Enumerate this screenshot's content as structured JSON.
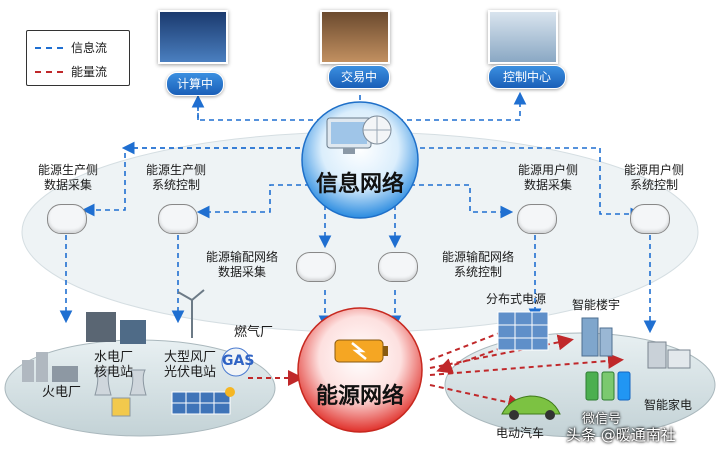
{
  "legend": {
    "info_flow": "信息流",
    "energy_flow": "能量流"
  },
  "top_nodes": {
    "compute": "计算中",
    "trade": "交易中",
    "control": "控制中心"
  },
  "center": {
    "info_network": "信息网络",
    "energy_network": "能源网络"
  },
  "side_labels": {
    "producer_collect": [
      "能源生产侧",
      "数据采集"
    ],
    "producer_control": [
      "能源生产侧",
      "系统控制"
    ],
    "user_collect": [
      "能源用户侧",
      "数据采集"
    ],
    "user_control": [
      "能源用户侧",
      "系统控制"
    ],
    "trans_collect": [
      "能源输配网络",
      "数据采集"
    ],
    "trans_control": [
      "能源输配网络",
      "系统控制"
    ]
  },
  "supply_side": {
    "fire": "火电厂",
    "hydro_nuclear": [
      "水电厂",
      "核电站"
    ],
    "wind_solar": [
      "大型风厂",
      "光伏电站"
    ],
    "gas_plant": "燃气厂",
    "gas_logo": "GAS"
  },
  "demand_side": {
    "distributed": "分布式电源",
    "smart_building": "智能楼宇",
    "smart_appliance": "智能家电",
    "ev": "电动汽车"
  },
  "watermark": {
    "line1": "微信号",
    "line2": "头条 @暖通南社"
  },
  "colors": {
    "info_blue": "#1f6fd1",
    "energy_red": "#c0282a",
    "platform": "#d9e6ea"
  }
}
